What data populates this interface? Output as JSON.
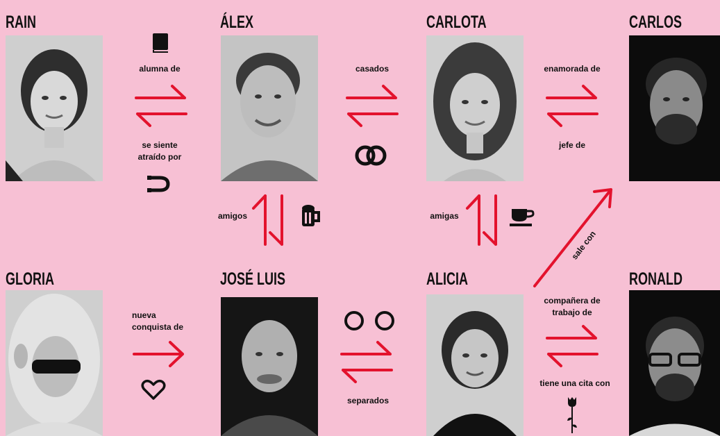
{
  "people": {
    "rain": "RAIN",
    "alex": "ÁLEX",
    "carlota": "CARLOTA",
    "carlos": "CARLOS",
    "gloria": "GLORIA",
    "jose_luis": "JOSÉ LUIS",
    "alicia": "ALICIA",
    "ronald": "RONALD"
  },
  "relations": {
    "rain_alex_top": "alumna de",
    "rain_alex_bottom_1": "se siente",
    "rain_alex_bottom_2": "atraído por",
    "alex_carlota": "casados",
    "carlota_carlos_top": "enamorada de",
    "carlota_carlos_bottom": "jefe de",
    "alex_joseluis": "amigos",
    "carlota_alicia": "amigas",
    "alicia_carlos": "sale con",
    "gloria_joseluis_1": "nueva",
    "gloria_joseluis_2": "conquista de",
    "joseluis_alicia": "separados",
    "alicia_ronald_top_1": "compañera de",
    "alicia_ronald_top_2": "trabajo de",
    "alicia_ronald_bottom": "tiene una cita con"
  },
  "icons": {
    "book": "book-icon",
    "magnet": "magnet-icon",
    "rings": "rings-icon",
    "beer": "beer-icon",
    "coffee": "coffee-icon",
    "heart": "heart-icon",
    "separated_rings": "separated-rings-icon",
    "rose": "rose-icon"
  },
  "colors": {
    "background": "#f7c0d4",
    "arrow": "#e3122d",
    "text": "#111111"
  }
}
